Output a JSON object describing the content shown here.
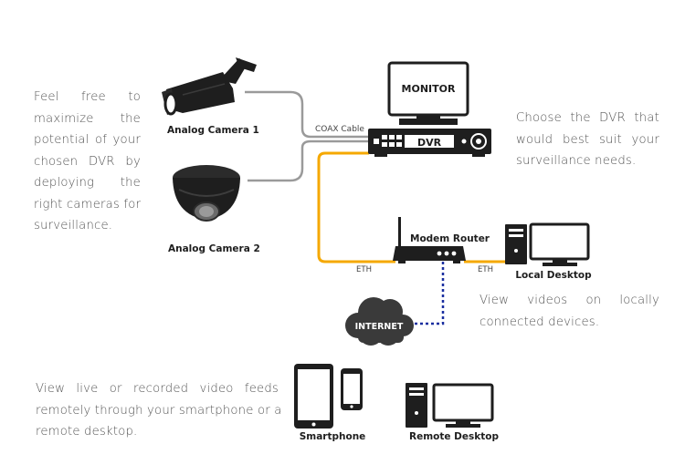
{
  "devices": {
    "camera1": "Analog Camera 1",
    "camera2": "Analog Camera 2",
    "monitor": "MONITOR",
    "dvr": "DVR",
    "router": "Modem Router",
    "internet": "INTERNET",
    "local_desktop": "Local Desktop",
    "smartphone": "Smartphone",
    "remote_desktop": "Remote Desktop"
  },
  "connections": {
    "coax": "COAX Cable",
    "eth_left": "ETH",
    "eth_right": "ETH"
  },
  "colors": {
    "coax": "#9a9a9a",
    "eth": "#f5a800",
    "internet": "#1a2fa0",
    "device": "#1e1e1e",
    "text": "#555555"
  },
  "paragraphs": {
    "left": [
      "Feel free to",
      "maximize the",
      "potential of your",
      "chosen DVR by",
      "deploying the",
      "right cameras for",
      "surveillance."
    ],
    "dvr": [
      "Choose the DVR that",
      "would best suit your",
      "surveillance needs."
    ],
    "local": [
      "View videos on locally",
      "connected devices."
    ],
    "remote": [
      "View live or recorded video feeds",
      "remotely through your smartphone or a",
      "remote desktop."
    ]
  }
}
